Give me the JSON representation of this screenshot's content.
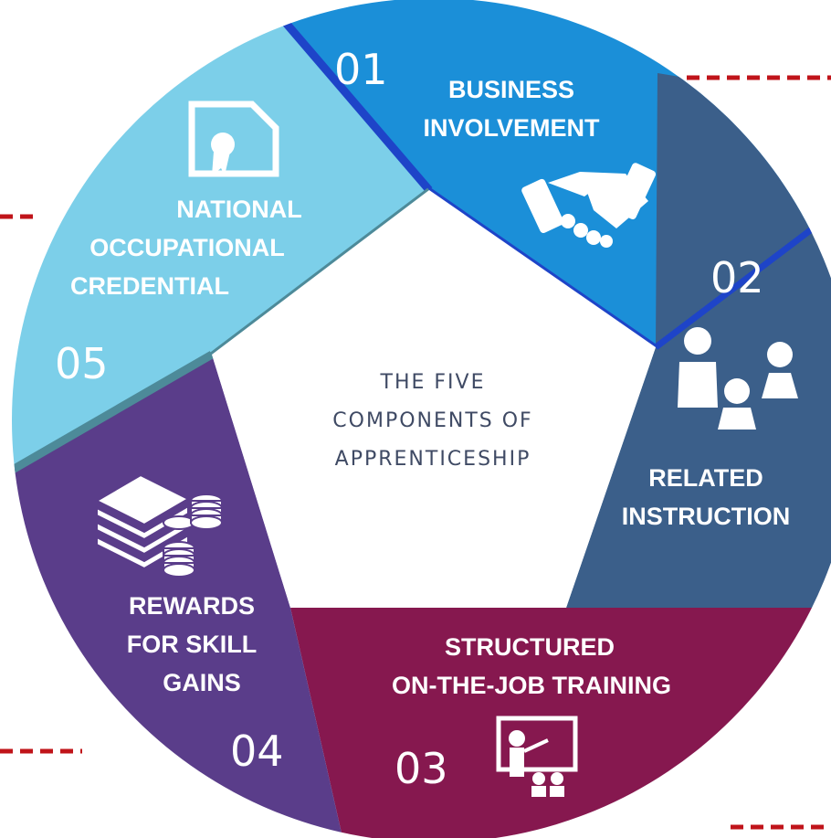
{
  "center": {
    "line1": "THE FIVE",
    "line2": "COMPONENTS OF",
    "line3": "APPRENTICESHIP"
  },
  "segments": [
    {
      "number": "01",
      "title_lines": [
        "BUSINESS",
        "INVOLVEMENT"
      ],
      "icon": "handshake-icon",
      "color": "#1b8fd8"
    },
    {
      "number": "02",
      "title_lines": [
        "RELATED",
        "INSTRUCTION"
      ],
      "icon": "people-group-icon",
      "color": "#3b5f8a"
    },
    {
      "number": "03",
      "title_lines": [
        "STRUCTURED",
        "ON-THE-JOB TRAINING"
      ],
      "icon": "presentation-teacher-icon",
      "color": "#86184f"
    },
    {
      "number": "04",
      "title_lines": [
        "REWARDS",
        "FOR SKILL",
        "GAINS"
      ],
      "icon": "money-stack-coins-icon",
      "color": "#5a3d8a"
    },
    {
      "number": "05",
      "title_lines": [
        "NATIONAL",
        "OCCUPATIONAL",
        "CREDENTIAL"
      ],
      "icon": "certificate-icon",
      "color": "#7ccfe9"
    }
  ],
  "accents": {
    "connector_dash": "#c0141a",
    "divider_blue": "#1e44c8",
    "divider_teal": "#4d8a99",
    "center_text": "#3f4a64"
  }
}
